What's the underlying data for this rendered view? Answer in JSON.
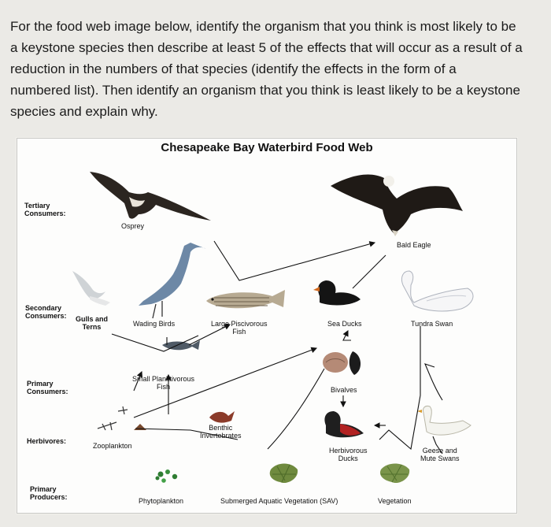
{
  "question": {
    "lines": [
      "For the food web image below, identify the organism that you think is most likely to be",
      "a keystone species then describe at least 5 of the effects that will occur as a result of a",
      "reduction in the numbers of that species (identify the effects in the form of a",
      "numbered list). Then identify an organism that you think is least likely to be a keystone",
      "species and explain why."
    ]
  },
  "figure": {
    "title": "Chesapeake Bay Waterbird Food Web",
    "levels": {
      "tertiary": [
        "Tertiary",
        "Consumers:"
      ],
      "secondary_a": "Secondary",
      "secondary_b": "Consumers:",
      "primary": [
        "Primary",
        "Consumers:"
      ],
      "herbivores": "Herbivores:",
      "producers": [
        "Primary",
        "Producers:"
      ]
    },
    "organisms": {
      "osprey": "Osprey",
      "bald_eagle": "Bald Eagle",
      "gulls": [
        "Gulls and",
        "Terns"
      ],
      "wading_birds": "Wading Birds",
      "piscivorous": [
        "Large Piscivorous",
        "Fish"
      ],
      "sea_ducks": "Sea Ducks",
      "tundra_swan": "Tundra Swan",
      "planktivorous": [
        "Small Planktivorous",
        "Fish"
      ],
      "bivalves": "Bivalves",
      "benthic": [
        "Benthic",
        "Invertebrates"
      ],
      "zooplankton": "Zooplankton",
      "herbivorous_ducks": [
        "Herbivorous",
        "Ducks"
      ],
      "geese": [
        "Geese and",
        "Mute Swans"
      ],
      "phytoplankton": "Phytoplankton",
      "sav": "Submerged Aquatic Vegetation (SAV)",
      "vegetation": "Vegetation"
    }
  }
}
